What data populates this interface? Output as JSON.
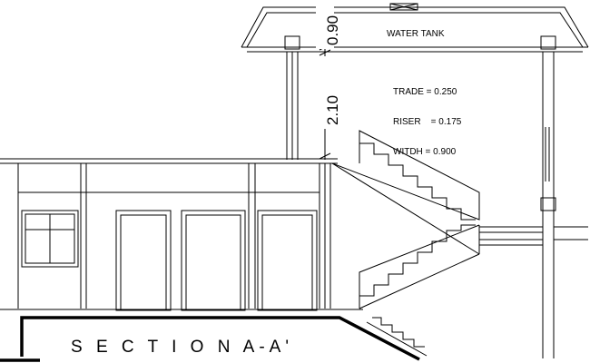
{
  "labels": {
    "water_tank": "WATER TANK",
    "dim_upper": "0.90",
    "dim_lower": "2.10",
    "section_title": "S E C T I O N  A-A'"
  },
  "notes": {
    "trade": "TRADE = 0.250",
    "riser": "RISER    = 0.175",
    "width": "WITDH = 0.900"
  }
}
